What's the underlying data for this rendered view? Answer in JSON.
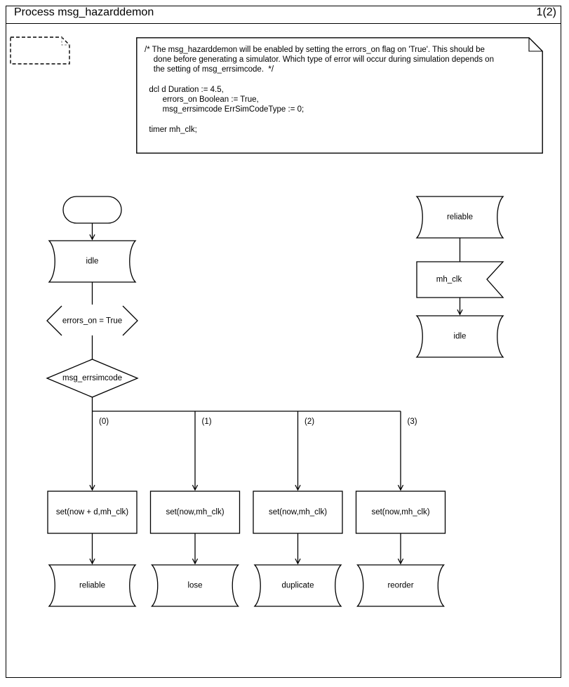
{
  "header": {
    "title": "Process msg_hazarddemon",
    "page_indicator": "1(2)"
  },
  "text_block": {
    "content": "/* The msg_hazarddemon will be enabled by setting the errors_on flag on 'True'. This should be\n    done before generating a simulator. Which type of error will occur during simulation depends on\n    the setting of msg_errsimcode.  */\n\n  dcl d Duration := 4.5,\n        errors_on Boolean := True,\n        msg_errsimcode ErrSimCodeType := 0;\n\n  timer mh_clk;"
  },
  "extension_stub": {
    "label": ""
  },
  "diagram": {
    "start_symbol": {
      "label": ""
    },
    "left_branch": {
      "state_idle": "idle",
      "condition": "errors_on = True",
      "decision": "msg_errsimcode"
    },
    "branches": [
      {
        "label": "(0)",
        "task": "set(now + d,mh_clk)",
        "state": "reliable"
      },
      {
        "label": "(1)",
        "task": "set(now,mh_clk)",
        "state": "lose"
      },
      {
        "label": "(2)",
        "task": "set(now,mh_clk)",
        "state": "duplicate"
      },
      {
        "label": "(3)",
        "task": "set(now,mh_clk)",
        "state": "reorder"
      }
    ],
    "right_branch": {
      "state_top": "reliable",
      "input_signal": "mh_clk",
      "state_bottom": "idle"
    }
  },
  "colors": {
    "line": "#000000",
    "background": "#ffffff",
    "text": "#000000"
  }
}
